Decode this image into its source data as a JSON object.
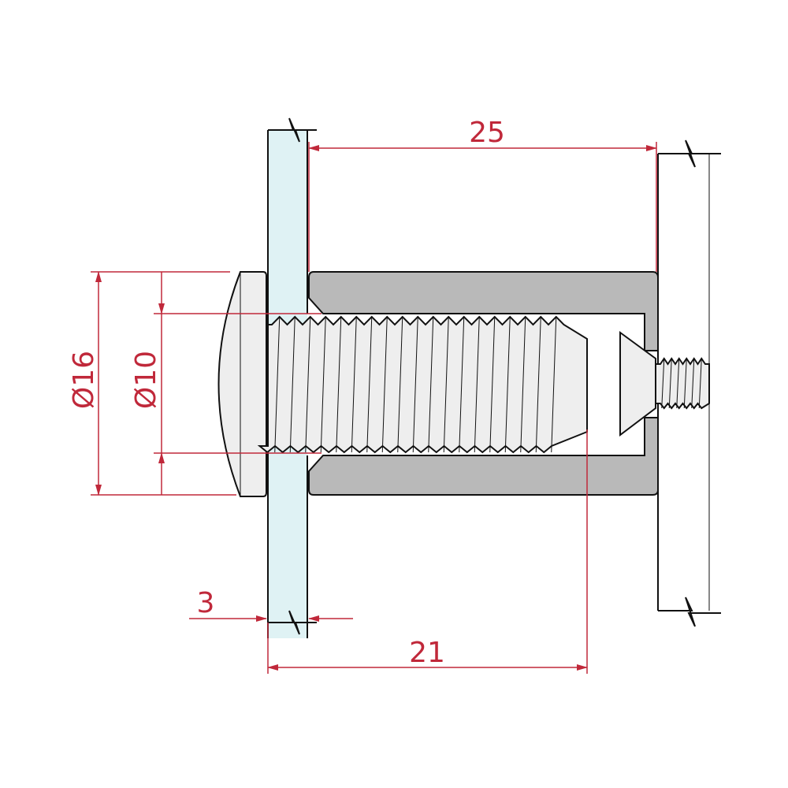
{
  "dimensions": {
    "spacer_length": "25",
    "bolt_length": "21",
    "glass_thickness": "3",
    "cap_diameter": "Ø16",
    "bolt_diameter": "Ø10"
  },
  "colors": {
    "dimension": "#c0283a",
    "glass": "#dff2f4",
    "spacer": "#b9b9b9",
    "bolt": "#eeeeee"
  }
}
